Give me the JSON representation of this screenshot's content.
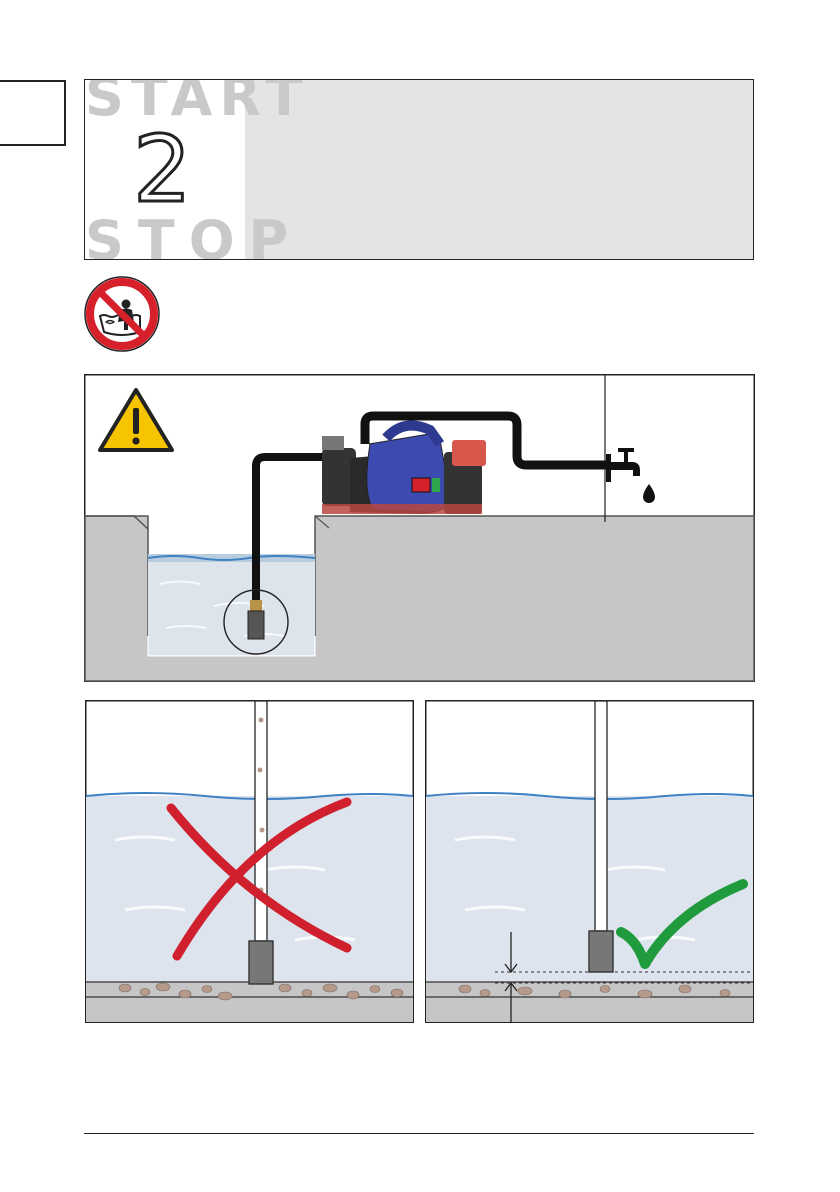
{
  "header": {
    "start_label": "START",
    "step_number": "2",
    "stop_label": "STOP"
  },
  "icons": {
    "prohibition": "no-bathing-prohibition-icon",
    "warning": "warning-triangle-icon",
    "faucet": "water-tap-icon",
    "wrong": "red-cross-icon",
    "correct": "green-checkmark-icon"
  },
  "colors": {
    "prohibition_red": "#d6202a",
    "warning_yellow": "#f6c400",
    "pump_blue": "#3d4bb0",
    "wrong_red": "#d0202e",
    "correct_green": "#1f9a3c",
    "ground_gray": "#c6c6c6",
    "header_gray": "#e3e4e3"
  }
}
